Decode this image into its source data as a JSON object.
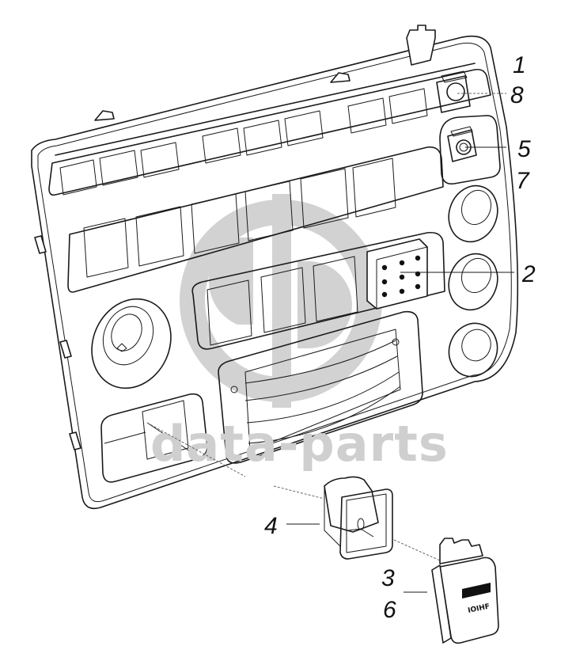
{
  "diagram": {
    "title": "Dashboard switch panel – exploded view",
    "watermark": {
      "text": "data-parts",
      "logo": "dp-circle-logo"
    },
    "callouts": [
      {
        "id": "1",
        "label": "1",
        "part": "switch-top-right"
      },
      {
        "id": "8",
        "label": "8",
        "part": "switch-top-right"
      },
      {
        "id": "5",
        "label": "5",
        "part": "round-button-switch"
      },
      {
        "id": "7",
        "label": "7",
        "part": "round-button-switch"
      },
      {
        "id": "2",
        "label": "2",
        "part": "connector-block"
      },
      {
        "id": "4",
        "label": "4",
        "part": "switch-socket-frame"
      },
      {
        "id": "3",
        "label": "3",
        "part": "rocker-switch"
      },
      {
        "id": "6",
        "label": "6",
        "part": "rocker-switch"
      }
    ],
    "switch_face_text": "IOIHF",
    "colors": {
      "line": "#1a1a1a",
      "background": "#ffffff",
      "watermark": "#cfcfcf"
    }
  }
}
